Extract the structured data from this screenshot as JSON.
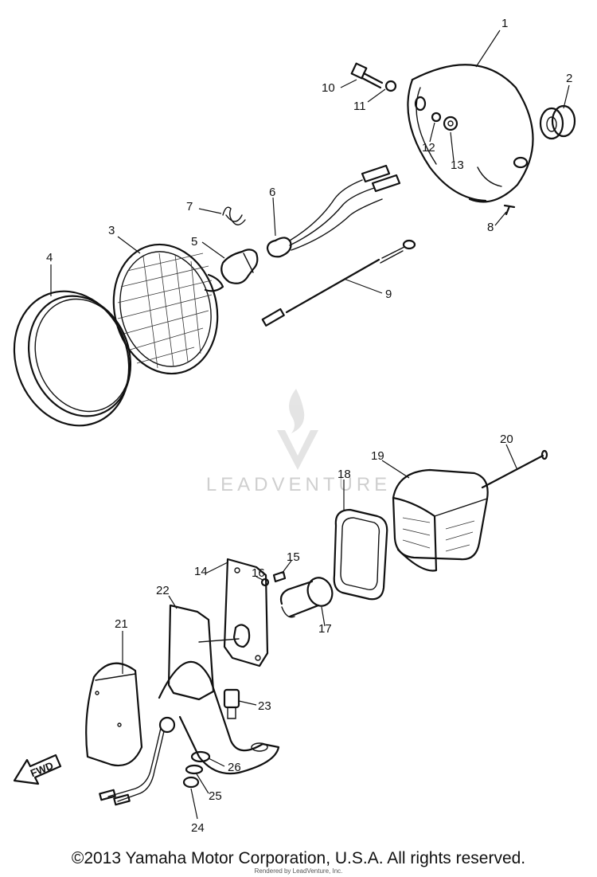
{
  "diagram": {
    "callouts": [
      "1",
      "2",
      "3",
      "4",
      "5",
      "6",
      "7",
      "8",
      "9",
      "10",
      "11",
      "12",
      "13",
      "14",
      "15",
      "16",
      "17",
      "18",
      "19",
      "20",
      "21",
      "22",
      "23",
      "24",
      "25",
      "26"
    ],
    "watermark": "LEADVENTURE",
    "fwd_label": "FWD"
  },
  "footer": {
    "copyright": "©2013 Yamaha Motor Corporation, U.S.A. All rights reserved.",
    "credit": "Rendered by LeadVenture, Inc."
  }
}
